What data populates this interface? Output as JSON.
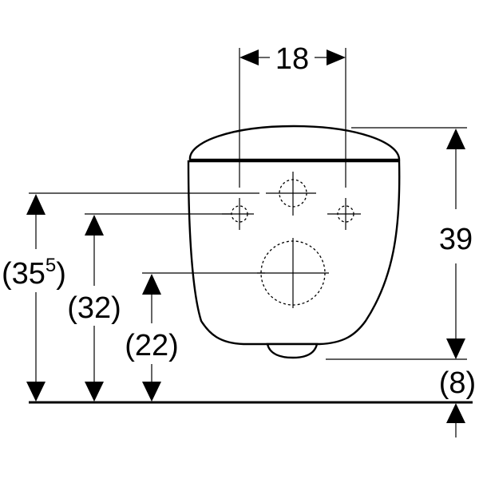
{
  "dimensions": {
    "pipe_spacing": "18",
    "total_height": "39",
    "bottom_gap": "(8)",
    "height_355": {
      "main": "(35",
      "sup": "5",
      "close": ")"
    },
    "height_32": "(32)",
    "height_22": "(22)"
  }
}
